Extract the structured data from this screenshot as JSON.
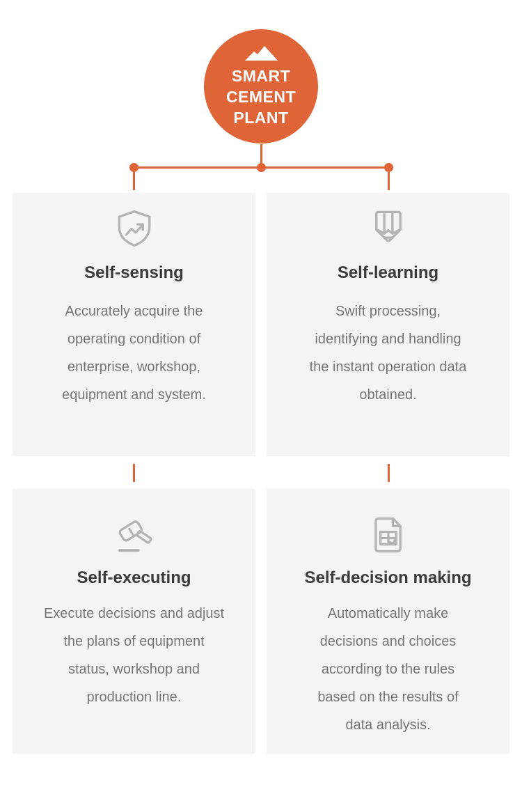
{
  "hub": {
    "label_lines": [
      "SMART",
      "CEMENT",
      "PLANT"
    ],
    "icon": "mountain-icon",
    "circle_color": "#DF6437",
    "text_color": "#FFFFFF"
  },
  "connector": {
    "color": "#DF6437",
    "dots": 3
  },
  "colors": {
    "accent_orange": "#DF6437",
    "card_background": "#F4F4F4",
    "icon_gray": "#B3B3B3",
    "title_color": "#3B3B3B",
    "body_color": "#767676",
    "page_background": "#FFFFFF"
  },
  "cards": [
    {
      "icon": "shield-trend-icon",
      "title": "Self-sensing",
      "body_lines": [
        "Accurately acquire the",
        "operating condition of",
        "enterprise, workshop,",
        "equipment and system."
      ]
    },
    {
      "icon": "pencil-down-icon",
      "title": "Self-learning",
      "body_lines": [
        "Swift processing,",
        "identifying and handling",
        "the instant operation data",
        "obtained."
      ]
    },
    {
      "icon": "gavel-icon",
      "title": "Self-executing",
      "body_lines": [
        "Execute decisions and adjust",
        "the plans of equipment",
        "status, workshop and",
        "production line."
      ]
    },
    {
      "icon": "document-check-icon",
      "title": "Self-decision making",
      "body_lines": [
        "Automatically make",
        "decisions and choices",
        "according to the rules",
        "based on the results of",
        "data analysis."
      ]
    }
  ]
}
